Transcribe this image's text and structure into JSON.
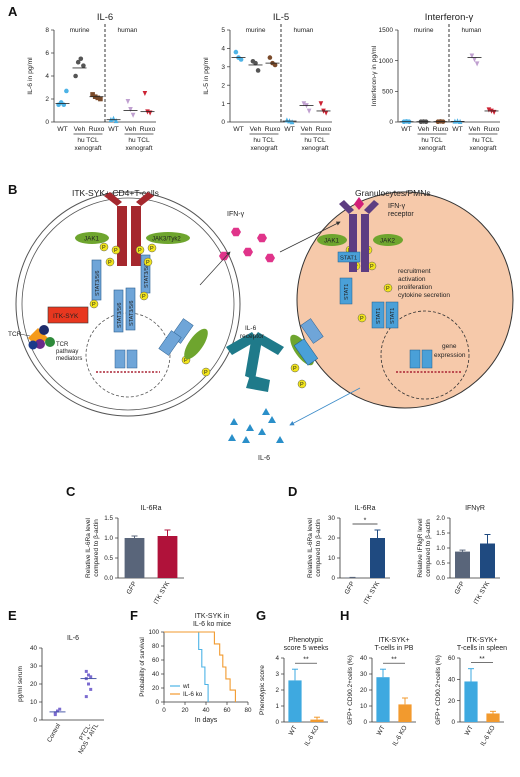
{
  "panels": {
    "A": "A",
    "B": "B",
    "C": "C",
    "D": "D",
    "E": "E",
    "F": "F",
    "G": "G",
    "H": "H"
  },
  "panelA": {
    "groups_top": [
      "murine",
      "human"
    ],
    "xticks": [
      "WT",
      "Veh",
      "Ruxo",
      "WT",
      "Veh",
      "Ruxo"
    ],
    "subtitle1": "hu TCL",
    "subtitle2": "xenograft"
  },
  "panelB": {
    "left_title": "ITK-SYK+ CD4+T-cells",
    "right_title": "Granulocytes/PMNs",
    "ifn": "IFN-γ",
    "ifn_receptor1": "IFN-γ",
    "ifn_receptor2": "receptor",
    "il6": "IL-6",
    "il6_receptor1": "IL-6",
    "il6_receptor2": "receptor",
    "tcr": "TCR",
    "itk_syk": "ITK-SYK",
    "tcr_med1": "TCR",
    "tcr_med2": "pathway",
    "tcr_med3": "mediators",
    "jak1": "JAK1",
    "jak3tyk2": "JAK3/Tyk2",
    "jak2": "JAK2",
    "stat356": "STAT3/5/6",
    "stat3": "STAT3",
    "stat1": "STAT1",
    "p": "P",
    "effects": [
      "recruitment",
      "activation",
      "proliferation",
      "cytokine secretion"
    ],
    "gene1": "gene",
    "gene2": "expression"
  },
  "charts": [
    {
      "type": "scatter",
      "title": "IL-6",
      "ylabel": "IL-6 in pg/ml",
      "ylim": [
        0,
        8
      ],
      "yticks": [
        "0",
        "2",
        "4",
        "6",
        "8"
      ],
      "groups": [
        {
          "name": "WT",
          "group": "murine",
          "color": "#4db3e6",
          "marker": "circle",
          "values": [
            1.5,
            1.7,
            1.5,
            2.7
          ],
          "median": 1.6
        },
        {
          "name": "Veh",
          "group": "murine",
          "color": "#555555",
          "marker": "circle",
          "values": [
            4.0,
            5.2,
            5.5,
            4.9
          ],
          "median": 4.7
        },
        {
          "name": "Ruxo",
          "group": "murine",
          "color": "#7a4a2a",
          "marker": "square",
          "values": [
            2.4,
            2.2,
            2.1,
            2.0
          ],
          "median": 2.2
        },
        {
          "name": "WT",
          "group": "human",
          "color": "#4db3e6",
          "marker": "triangle",
          "values": [
            0.2,
            0.3,
            0.1
          ],
          "median": 0.2
        },
        {
          "name": "Veh",
          "group": "human",
          "color": "#c0a0d0",
          "marker": "triangle-down",
          "values": [
            1.8,
            1.1,
            0.6
          ],
          "median": 1.0
        },
        {
          "name": "Ruxo",
          "group": "human",
          "color": "#cc2233",
          "marker": "triangle-down",
          "values": [
            2.5,
            0.9,
            0.8
          ],
          "median": 0.9
        }
      ]
    },
    {
      "type": "scatter",
      "title": "IL-5",
      "ylabel": "IL-5 in pg/ml",
      "ylim": [
        0,
        5
      ],
      "yticks": [
        "0",
        "1",
        "2",
        "3",
        "4",
        "5"
      ],
      "groups": [
        {
          "name": "WT",
          "group": "murine",
          "color": "#4db3e6",
          "marker": "circle",
          "values": [
            3.8,
            3.5,
            3.4
          ],
          "median": 3.5
        },
        {
          "name": "Veh",
          "group": "murine",
          "color": "#555555",
          "marker": "circle",
          "values": [
            3.3,
            3.2,
            2.8
          ],
          "median": 3.1
        },
        {
          "name": "Ruxo",
          "group": "murine",
          "color": "#7a4a2a",
          "marker": "circle",
          "values": [
            3.5,
            3.2,
            3.1
          ],
          "median": 3.2
        },
        {
          "name": "WT",
          "group": "human",
          "color": "#4db3e6",
          "marker": "triangle",
          "values": [
            0.1,
            0.05,
            0.0
          ],
          "median": 0.05
        },
        {
          "name": "Veh",
          "group": "human",
          "color": "#c0a0d0",
          "marker": "triangle-down",
          "values": [
            1.0,
            0.9,
            0.6
          ],
          "median": 0.9
        },
        {
          "name": "Ruxo",
          "group": "human",
          "color": "#cc2233",
          "marker": "triangle-down",
          "values": [
            1.0,
            0.6,
            0.5
          ],
          "median": 0.6
        }
      ]
    },
    {
      "type": "scatter",
      "title": "Interferon-γ",
      "ylabel": "Interferon-γ in pg/ml",
      "ylim": [
        0,
        1500
      ],
      "yticks": [
        "0",
        "500",
        "1000",
        "1500"
      ],
      "groups": [
        {
          "name": "WT",
          "group": "murine",
          "color": "#4db3e6",
          "marker": "circle",
          "values": [
            5,
            10,
            5
          ],
          "median": 5
        },
        {
          "name": "Veh",
          "group": "murine",
          "color": "#555555",
          "marker": "circle",
          "values": [
            5,
            8,
            5
          ],
          "median": 5
        },
        {
          "name": "Ruxo",
          "group": "murine",
          "color": "#7a4a2a",
          "marker": "circle",
          "values": [
            5,
            10,
            6
          ],
          "median": 6
        },
        {
          "name": "WT",
          "group": "human",
          "color": "#4db3e6",
          "marker": "triangle",
          "values": [
            10,
            15,
            5
          ],
          "median": 10
        },
        {
          "name": "Veh",
          "group": "human",
          "color": "#c0a0d0",
          "marker": "triangle-down",
          "values": [
            1080,
            1020,
            950
          ],
          "median": 1050
        },
        {
          "name": "Ruxo",
          "group": "human",
          "color": "#cc2233",
          "marker": "triangle-down",
          "values": [
            200,
            180,
            160
          ],
          "median": 180
        }
      ]
    },
    {
      "type": "bar",
      "title": "IL-6Ra",
      "ylabel1": "Relative IL-6Ra level",
      "ylabel2": "compared to β-actin",
      "categories": [
        "GFP",
        "ITK SYK"
      ],
      "values": [
        1.0,
        1.05
      ],
      "errors": [
        0.05,
        0.15
      ],
      "colors": [
        "#59657a",
        "#b0123a"
      ],
      "ylim": [
        0,
        1.5
      ],
      "yticks": [
        "0.0",
        "0.5",
        "1.0",
        "1.5"
      ]
    },
    {
      "type": "bar",
      "title": "IL-6Ra",
      "ylabel1": "Relative IL-6Ra level",
      "ylabel2": "compared to β-actin",
      "categories": [
        "GFP",
        "ITK SYK"
      ],
      "values": [
        0.2,
        20
      ],
      "errors": [
        0.1,
        4
      ],
      "colors": [
        "#59657a",
        "#1f4a80"
      ],
      "ylim": [
        0,
        30
      ],
      "yticks": [
        "0",
        "10",
        "20",
        "30"
      ],
      "significance": "*"
    },
    {
      "type": "bar",
      "title": "IFNγR",
      "ylabel1": "Relative IFNgR level",
      "ylabel2": "compared to β-actin",
      "categories": [
        "GFP",
        "ITK SYK"
      ],
      "values": [
        0.88,
        1.15
      ],
      "errors": [
        0.05,
        0.3
      ],
      "colors": [
        "#59657a",
        "#1f4a80"
      ],
      "ylim": [
        0,
        2.0
      ],
      "yticks": [
        "0.0",
        "0.5",
        "1.0",
        "1.5",
        "2.0"
      ]
    },
    {
      "type": "scatter",
      "title": "IL-6",
      "ylabel": "pg/ml serum",
      "ylim": [
        0,
        40
      ],
      "yticks": [
        "0",
        "10",
        "20",
        "30",
        "40"
      ],
      "categories": [
        "Control",
        "PTCL-NOS + AITL"
      ],
      "cat_line1": [
        "Control",
        "PTCL-"
      ],
      "cat_line2": [
        "",
        "NOS + AITL"
      ],
      "groups": [
        {
          "name": "Control",
          "color": "#7b6bd0",
          "values": [
            4,
            5,
            6,
            3
          ],
          "median": 4.5
        },
        {
          "name": "PTCL-NOS + AITL",
          "color": "#7b6bd0",
          "values": [
            27,
            25,
            24,
            23,
            20,
            17,
            13
          ],
          "median": 23
        }
      ]
    },
    {
      "type": "line",
      "title1": "ITK-SYK in",
      "title2": "IL-6 ko mice",
      "ylabel": "Probability of survival",
      "xlabel": "In days",
      "xlim": [
        0,
        80
      ],
      "ylim": [
        0,
        100
      ],
      "xticks": [
        "0",
        "20",
        "40",
        "60",
        "80"
      ],
      "yticks": [
        "0",
        "20",
        "40",
        "60",
        "80",
        "100"
      ],
      "series": [
        {
          "name": "wt",
          "color": "#4db3e6",
          "x": [
            0,
            33,
            33,
            36,
            36,
            39,
            39,
            42,
            42
          ],
          "y": [
            100,
            100,
            75,
            75,
            50,
            50,
            25,
            25,
            0
          ]
        },
        {
          "name": "IL-6 ko",
          "color": "#f29a2e",
          "x": [
            0,
            48,
            48,
            53,
            53,
            56,
            56,
            59,
            59,
            63,
            63,
            68,
            68
          ],
          "y": [
            100,
            100,
            83,
            83,
            67,
            67,
            50,
            50,
            33,
            33,
            17,
            17,
            0
          ]
        }
      ]
    },
    {
      "type": "bar",
      "title1": "Phenotypic",
      "title2": "score 5 weeks",
      "ylabel": "Phenotypic score",
      "categories": [
        "WT",
        "IL-6 KO"
      ],
      "values": [
        2.6,
        0.15
      ],
      "errors": [
        0.7,
        0.15
      ],
      "colors": [
        "#3ea9e0",
        "#f29a2e"
      ],
      "ylim": [
        0,
        4
      ],
      "yticks": [
        "0",
        "1",
        "2",
        "3",
        "4"
      ],
      "significance": "**"
    },
    {
      "type": "bar",
      "title1": "ITK-SYK+",
      "title2": "T-cells in PB",
      "ylabel": "GFP+ CD90.2+cells (%)",
      "categories": [
        "WT",
        "IL-6 KO"
      ],
      "values": [
        28,
        11
      ],
      "errors": [
        5,
        4
      ],
      "colors": [
        "#3ea9e0",
        "#f29a2e"
      ],
      "ylim": [
        0,
        40
      ],
      "yticks": [
        "0",
        "10",
        "20",
        "30",
        "40"
      ],
      "significance": "**"
    },
    {
      "type": "bar",
      "title1": "ITK-SYK+",
      "title2": "T-cells in spleen",
      "ylabel": "GFP+ CD90.2+cells (%)",
      "categories": [
        "WT",
        "IL-6 KO"
      ],
      "values": [
        38,
        8
      ],
      "errors": [
        12,
        2
      ],
      "colors": [
        "#3ea9e0",
        "#f29a2e"
      ],
      "ylim": [
        0,
        60
      ],
      "yticks": [
        "0",
        "20",
        "40",
        "60"
      ],
      "significance": "**"
    }
  ]
}
